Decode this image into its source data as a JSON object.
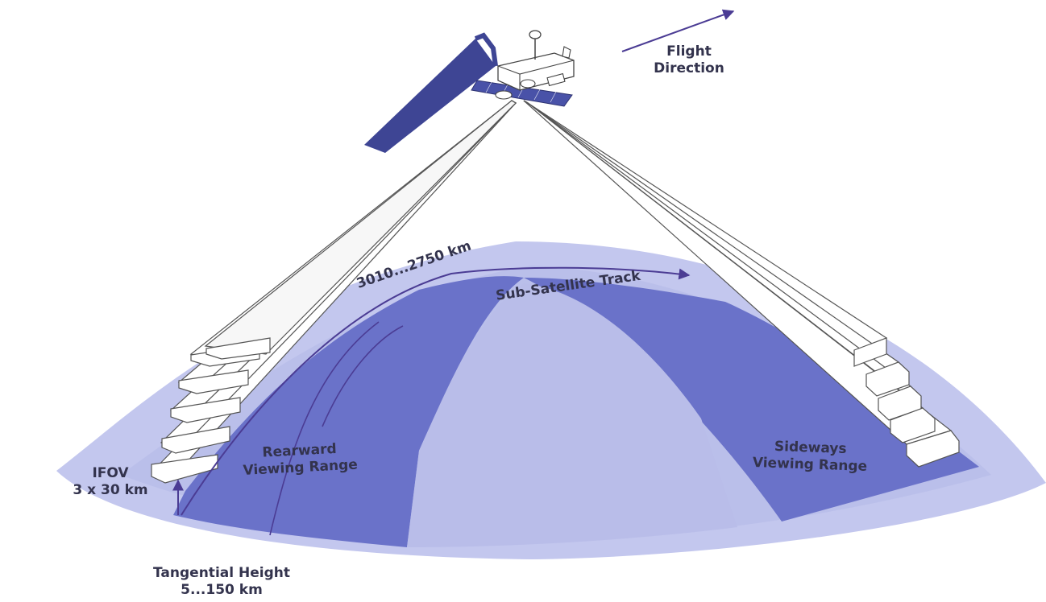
{
  "labels": {
    "flight_direction": [
      "Flight",
      "Direction"
    ],
    "range": "3010...2750 km",
    "sub_satellite_track": "Sub-Satellite Track",
    "rearward_viewing_range": [
      "Rearward",
      "Viewing Range"
    ],
    "sideways_viewing_range": [
      "Sideways",
      "Viewing Range"
    ],
    "ifov": [
      "IFOV",
      "3 x 30 km"
    ],
    "tangential_height": [
      "Tangential Height",
      "5...150 km"
    ]
  },
  "colors": {
    "earth_light": "#c8ccef",
    "earth_mid": "#a9aee3",
    "viewing_range": "#6a72c9",
    "solar_panel": "#3e4594",
    "arrow": "#4b3c94",
    "text": "#33334d",
    "beam_outline": "#555555"
  }
}
